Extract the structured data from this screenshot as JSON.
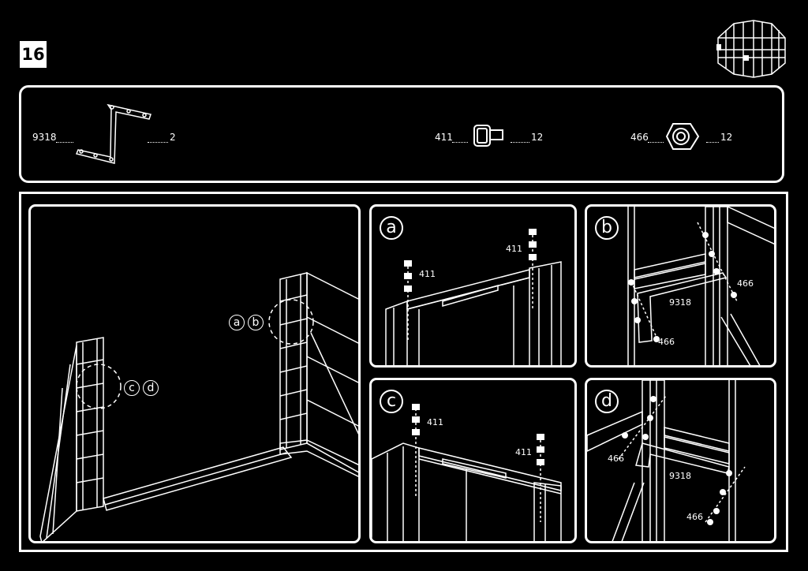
{
  "step": {
    "number": "16"
  },
  "parts": [
    {
      "id": "9318",
      "qty": "2"
    },
    {
      "id": "411",
      "qty": "12"
    },
    {
      "id": "466",
      "qty": "12"
    }
  ],
  "overview": {
    "label_ab": [
      "a",
      "b"
    ],
    "label_cd": [
      "c",
      "d"
    ]
  },
  "panels": [
    {
      "letter": "a",
      "callouts": [
        "411",
        "411"
      ]
    },
    {
      "letter": "b",
      "callouts": [
        "466",
        "9318",
        "466"
      ]
    },
    {
      "letter": "c",
      "callouts": [
        "411",
        "411"
      ]
    },
    {
      "letter": "d",
      "callouts": [
        "466",
        "9318",
        "466"
      ]
    }
  ],
  "colors": {
    "background": "#000000",
    "line": "#ffffff"
  }
}
